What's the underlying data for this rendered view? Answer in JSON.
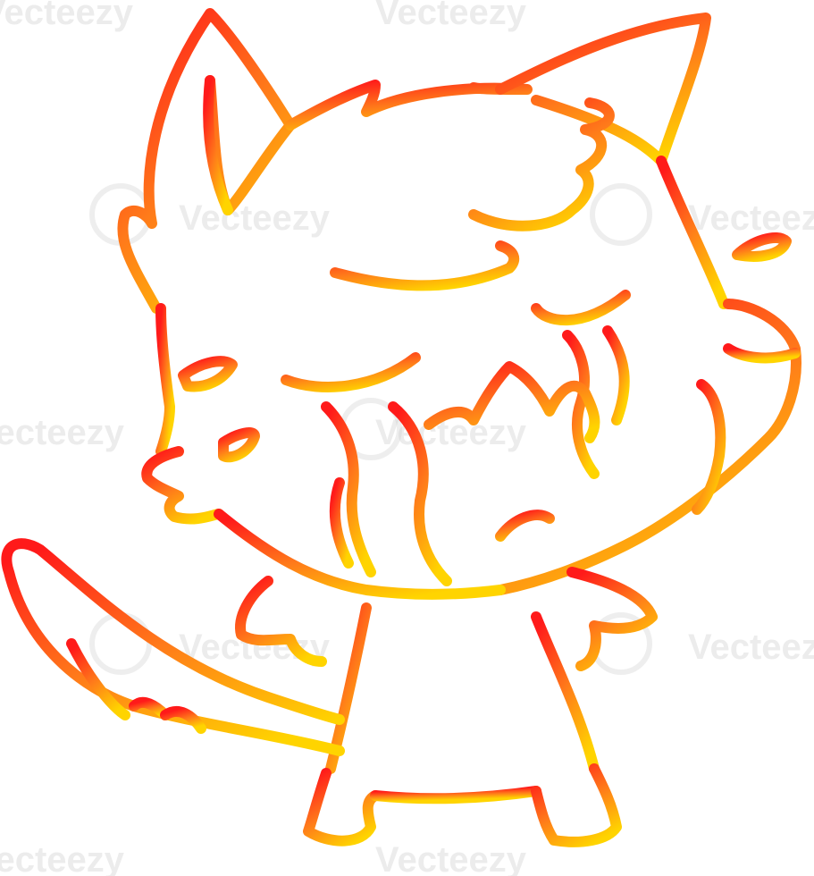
{
  "illustration": {
    "subject": "crying-fox-cartoon",
    "gradient": {
      "top_color": "#FF1A1A",
      "mid_color": "#FF7A1A",
      "bottom_color": "#FFD400"
    },
    "stroke_color_note": "warm-gradient"
  },
  "watermark": {
    "text": "Vecteezy"
  }
}
